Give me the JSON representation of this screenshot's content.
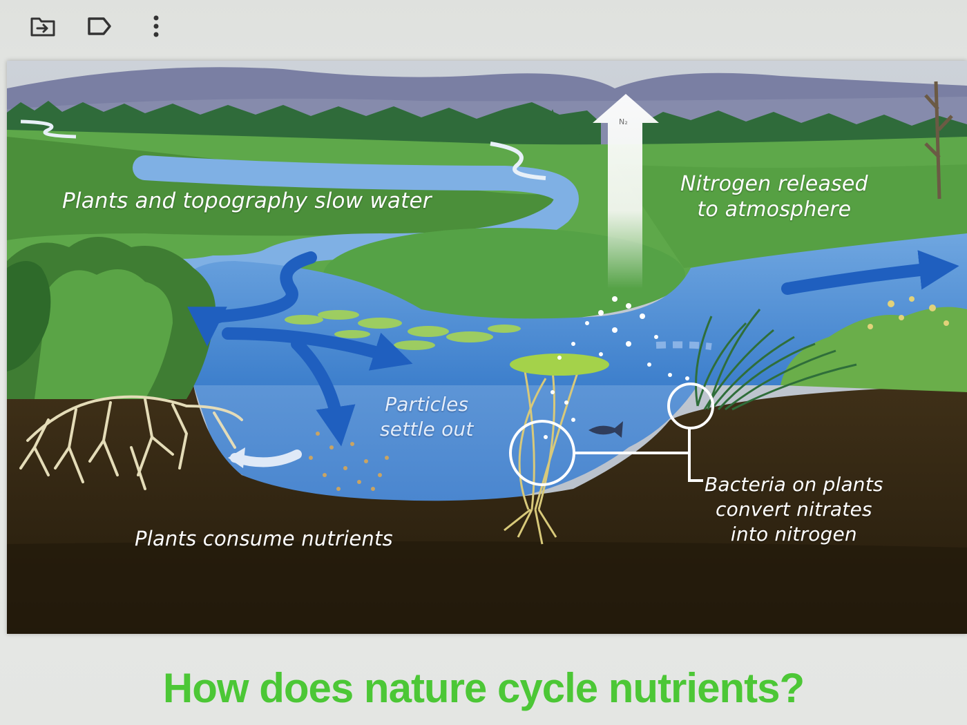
{
  "toolbar": {
    "icons": [
      "folder-move-icon",
      "label-tag-icon",
      "more-vertical-icon"
    ]
  },
  "diagram": {
    "labels": {
      "slow_water": "Plants and topography slow water",
      "nitrogen_released": [
        "Nitrogen released",
        "to atmosphere"
      ],
      "n2_symbol": "N₂",
      "particles": [
        "Particles",
        "settle out"
      ],
      "consume": "Plants consume nutrients",
      "bacteria": [
        "Bacteria on plants",
        "convert nitrates",
        "into nitrogen"
      ]
    },
    "colors": {
      "sky": "#bcc4cf",
      "mountains": "#7a7fa3",
      "grass": "#4f9a3e",
      "water": "#4f8fd8",
      "soil": "#3a2c18",
      "flow_arrow": "#1f5fbf",
      "title": "#4cc736"
    }
  },
  "page": {
    "title": "How does nature cycle nutrients?"
  }
}
